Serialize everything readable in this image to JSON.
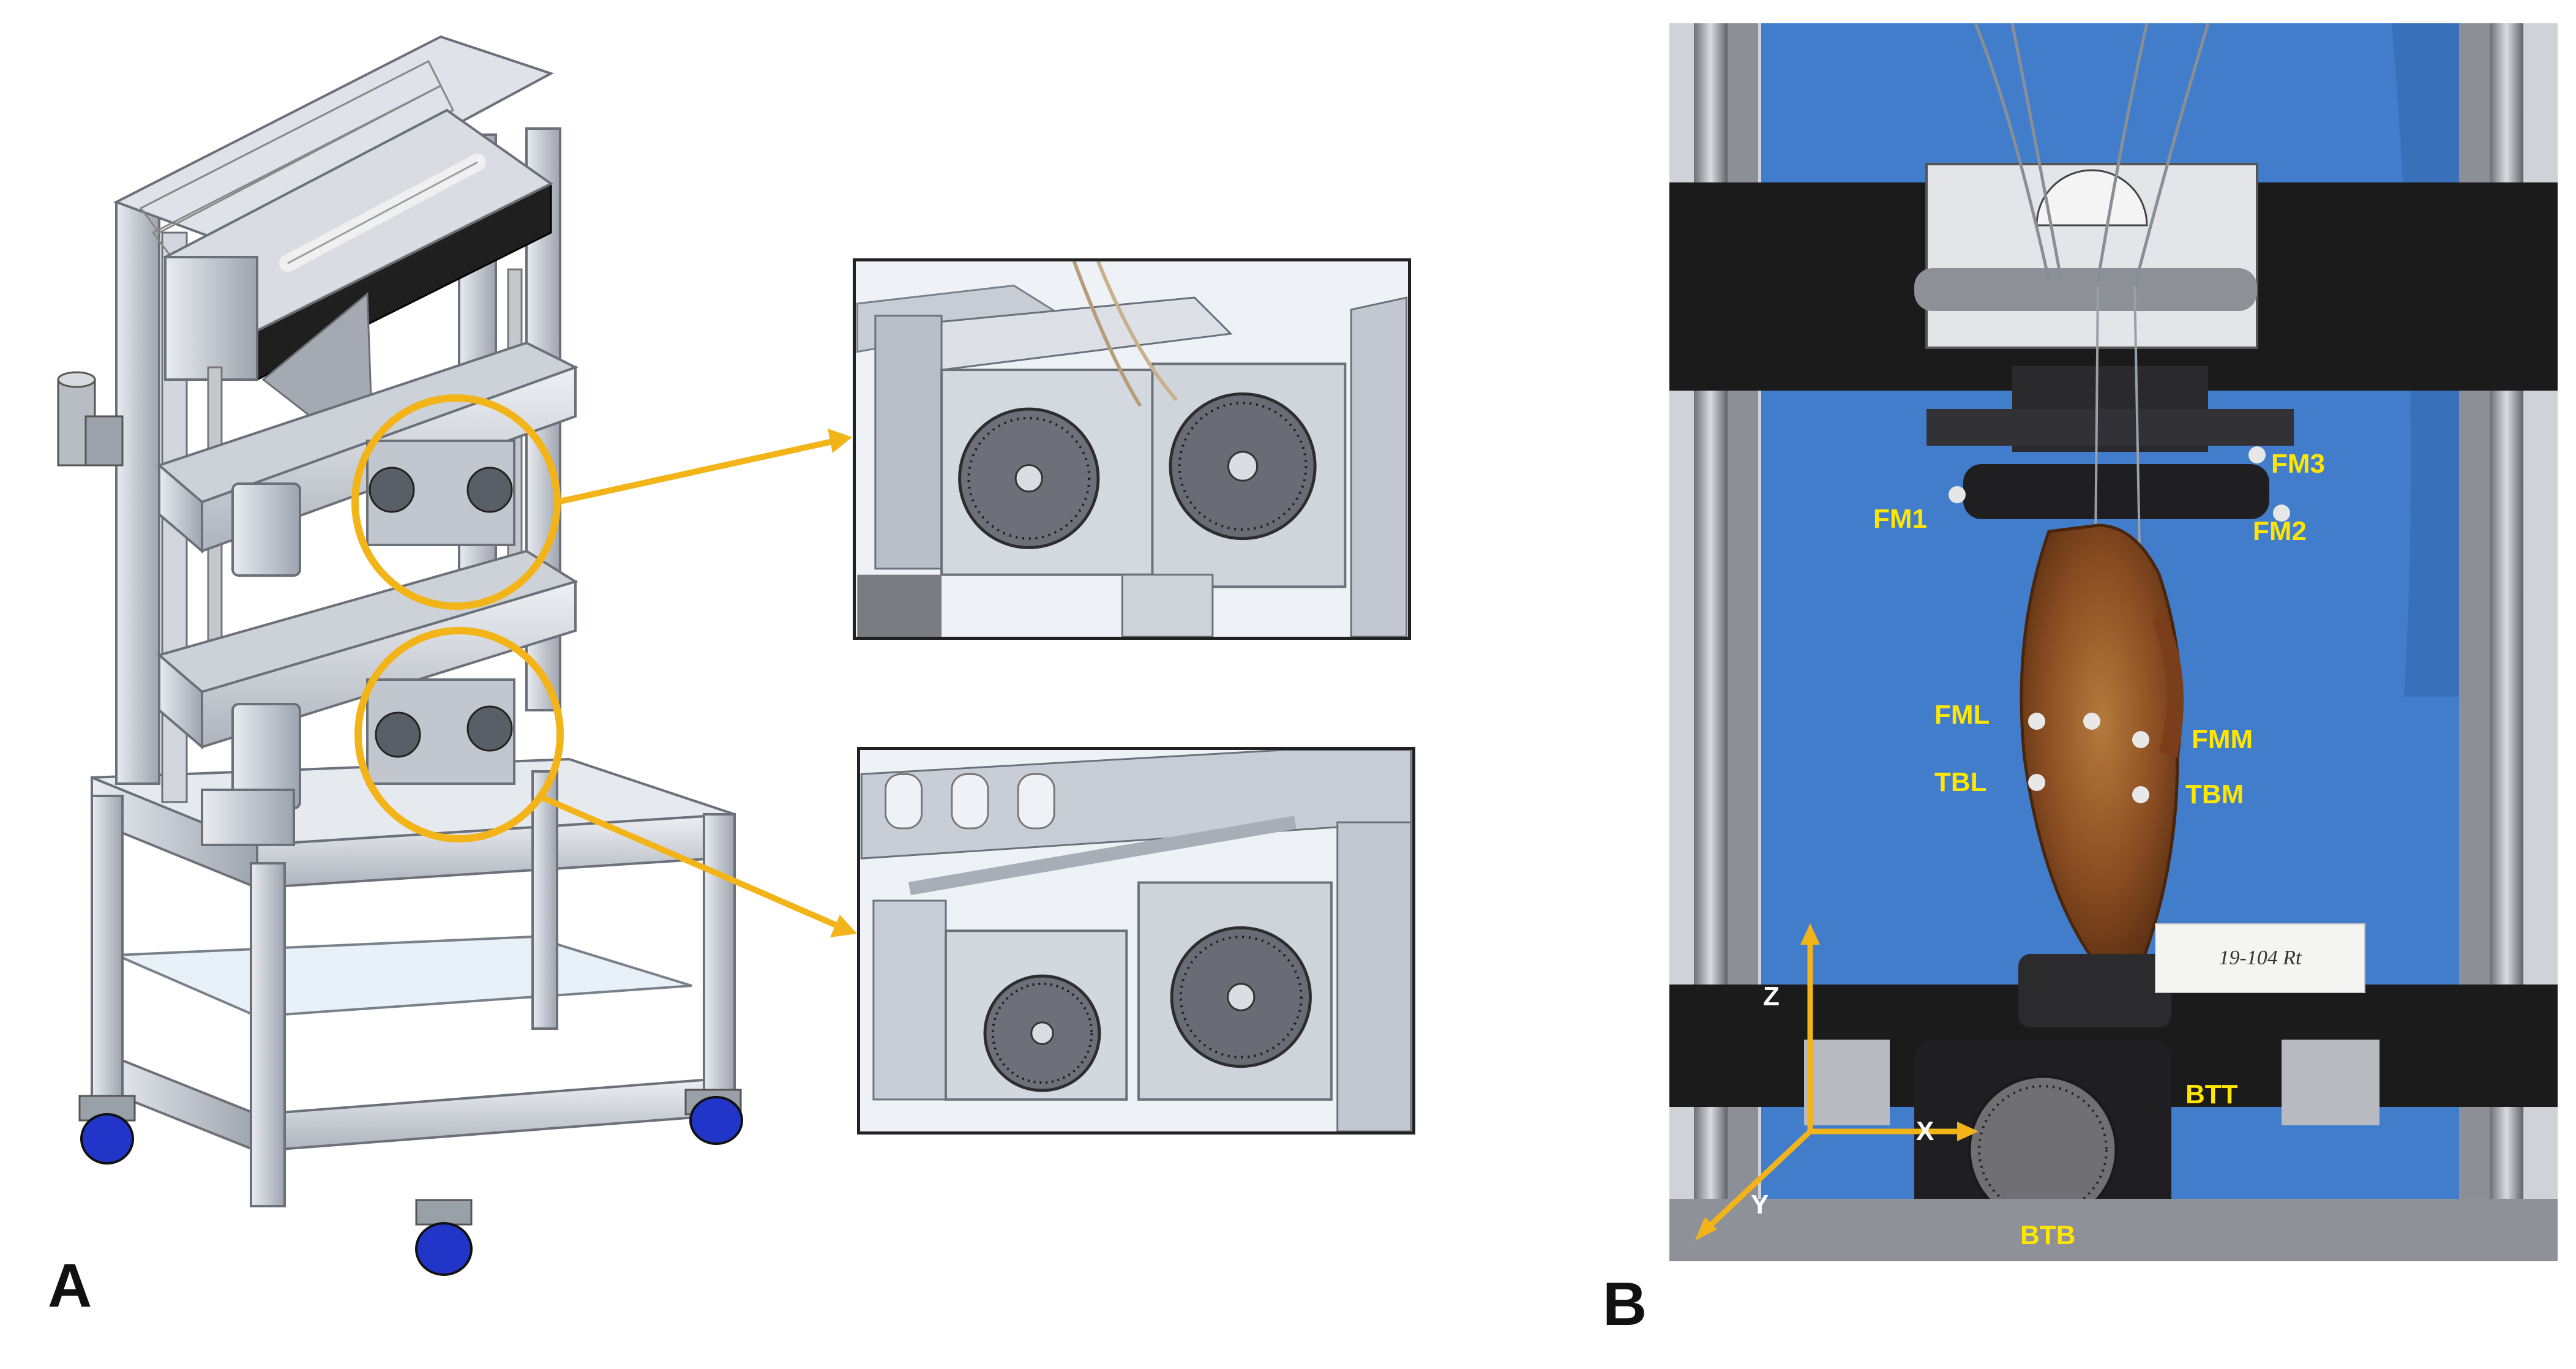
{
  "panels": {
    "a": {
      "letter": "A"
    },
    "b": {
      "letter": "B"
    }
  },
  "photo_labels": {
    "fm3": "FM3",
    "fm1": "FM1",
    "fm2": "FM2",
    "fml": "FML",
    "fmm": "FMM",
    "tbl": "TBL",
    "tbm": "TBM",
    "btt": "BTT",
    "btb": "BTB"
  },
  "axis_labels": {
    "z": "Z",
    "x": "X",
    "y": "Y"
  },
  "specimen_tag": "19-104 Rt",
  "colors": {
    "highlight": "#f2b418",
    "label_yellow": "#ffe600",
    "frame": "#c9ccd2",
    "background_towel": "#3f79c8",
    "clamp_black": "#1b1b1b"
  }
}
